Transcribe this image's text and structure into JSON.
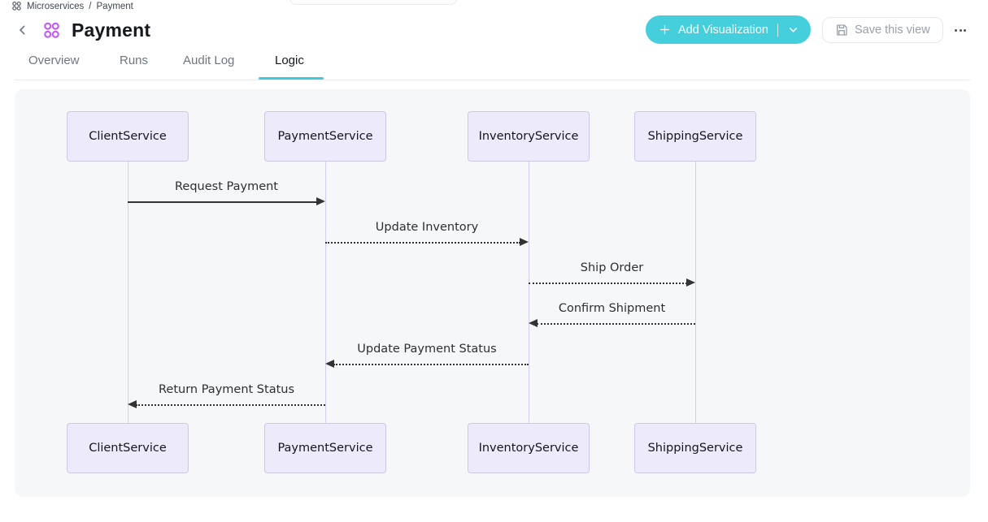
{
  "page": {
    "breadcrumb": {
      "items": [
        "Microservices",
        "Payment"
      ],
      "separator": "/"
    },
    "title": "Payment",
    "tabs": [
      {
        "label": "Overview",
        "active": false
      },
      {
        "label": "Runs",
        "active": false
      },
      {
        "label": "Audit Log",
        "active": false
      },
      {
        "label": "Logic",
        "active": true
      }
    ],
    "actions": {
      "add_visualization_label": "Add Visualization",
      "save_view_label": "Save this view"
    },
    "icons": {
      "breadcrumb_app": "cluster-icon",
      "title_app": "cluster-icon",
      "back": "chevron-left-icon",
      "add": "plus-icon",
      "dropdown": "chevron-down-icon",
      "save": "floppy-disk-icon",
      "more": "ellipsis-icon"
    },
    "colors": {
      "accent_teal": "#45cfdd",
      "icon_purple": "#c45bf0",
      "actor_fill": "#eceafb",
      "actor_border": "#cfc6ef",
      "lifeline": "#d7ccf2",
      "arrow": "#333333",
      "canvas_bg": "#f6f7f9"
    }
  },
  "diagram": {
    "type": "sequence",
    "participants": [
      "ClientService",
      "PaymentService",
      "InventoryService",
      "ShippingService"
    ],
    "messages": [
      {
        "from": "ClientService",
        "to": "PaymentService",
        "label": "Request Payment",
        "line": "solid"
      },
      {
        "from": "PaymentService",
        "to": "InventoryService",
        "label": "Update Inventory",
        "line": "dashed"
      },
      {
        "from": "InventoryService",
        "to": "ShippingService",
        "label": "Ship Order",
        "line": "dashed"
      },
      {
        "from": "ShippingService",
        "to": "InventoryService",
        "label": "Confirm Shipment",
        "line": "dashed"
      },
      {
        "from": "InventoryService",
        "to": "PaymentService",
        "label": "Update Payment Status",
        "line": "dashed"
      },
      {
        "from": "PaymentService",
        "to": "ClientService",
        "label": "Return Payment Status",
        "line": "dashed"
      }
    ]
  }
}
